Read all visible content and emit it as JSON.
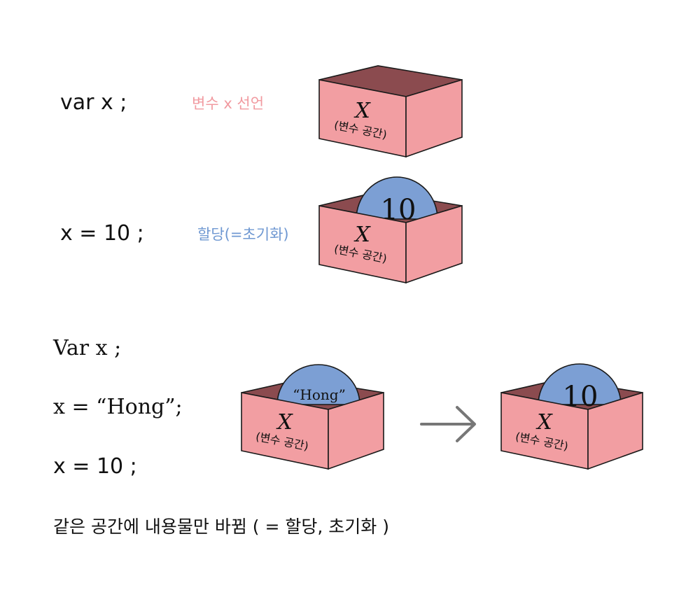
{
  "colors": {
    "box_front": "#f29ea2",
    "box_inside": "#8b4b4f",
    "ball": "#7c9fd4",
    "note_declare": "#f19aa0",
    "note_assign": "#6f98d2",
    "arrow": "#777777",
    "stroke": "#1a1a1a"
  },
  "top": {
    "declare_code": "var  x  ;",
    "declare_note": "변수 x 선언",
    "assign_code": "x = 10 ;",
    "assign_note": "할당(=초기화)",
    "box1": {
      "letter": "X",
      "sub": "(변수 공간)"
    },
    "box2": {
      "letter": "X",
      "sub": "(변수 공간)",
      "content": "10"
    }
  },
  "bottom": {
    "line1": "Var x ;",
    "line2": "x = “Hong”;",
    "line3": "x = 10 ;",
    "box_before": {
      "letter": "X",
      "sub": "(변수 공간)",
      "content": "“Hong”"
    },
    "box_after": {
      "letter": "X",
      "sub": "(변수 공간)",
      "content": "10"
    },
    "arrow_icon": "right-arrow-icon",
    "summary": "같은 공간에 내용물만 바뀜 ( = 할당, 초기화 )"
  }
}
